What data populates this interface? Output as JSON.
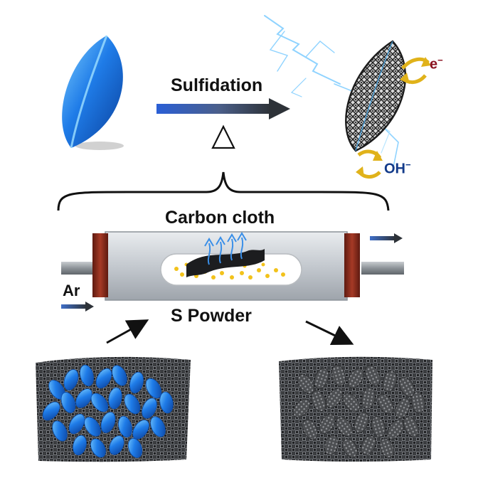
{
  "labels": {
    "sulfidation": "Sulfidation",
    "delta": "△",
    "carbon_cloth": "Carbon cloth",
    "s_powder": "S Powder",
    "ar": "Ar",
    "electron": "e",
    "electron_sup": "−",
    "hydroxide": "OH",
    "hydroxide_sup": "−"
  },
  "colors": {
    "blue_particle": "#1f7ce8",
    "blue_dark": "#0b4fb0",
    "tube_gray": "#c9cdd2",
    "cap_brown": "#8b2c1c",
    "sulfur_yellow": "#f2c21b",
    "vapor_blue": "#3a8fe8",
    "spark_blue": "#8fd3ff",
    "arrow_dark": "#2d3238"
  }
}
